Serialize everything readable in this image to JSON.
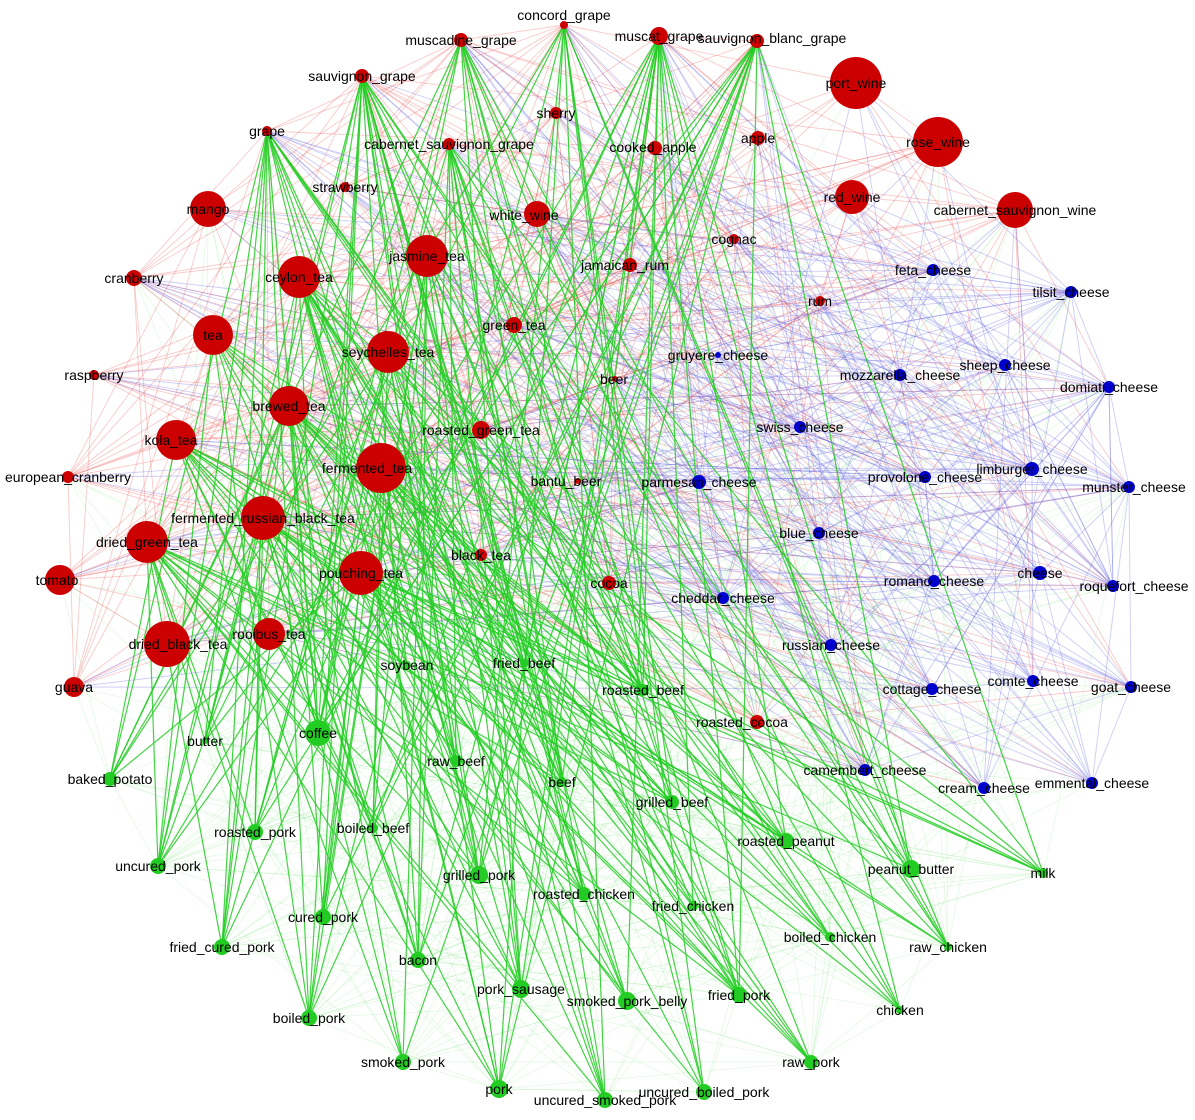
{
  "colors": {
    "red_group": "#cc0000",
    "blue_group": "#0000cc",
    "green_group": "#22cc22",
    "edge_red": "#e84040",
    "edge_blue": "#5a5ae0",
    "edge_green": "#22cc22"
  },
  "nodes": [
    {
      "label": "concord_grape",
      "group": "red"
    },
    {
      "label": "muscadine_grape",
      "group": "red"
    },
    {
      "label": "muscat_grape",
      "group": "red"
    },
    {
      "label": "sauvignon_blanc_grape",
      "group": "red"
    },
    {
      "label": "sauvignon_grape",
      "group": "red"
    },
    {
      "label": "port_wine",
      "group": "red"
    },
    {
      "label": "sherry",
      "group": "red"
    },
    {
      "label": "grape",
      "group": "red"
    },
    {
      "label": "cabernet_sauvignon_grape",
      "group": "red"
    },
    {
      "label": "cooked_apple",
      "group": "red"
    },
    {
      "label": "apple",
      "group": "red"
    },
    {
      "label": "rose_wine",
      "group": "red"
    },
    {
      "label": "strawberry",
      "group": "red"
    },
    {
      "label": "mango",
      "group": "red"
    },
    {
      "label": "white_wine",
      "group": "red"
    },
    {
      "label": "red_wine",
      "group": "red"
    },
    {
      "label": "cabernet_sauvignon_wine",
      "group": "red"
    },
    {
      "label": "cognac",
      "group": "red"
    },
    {
      "label": "jasmine_tea",
      "group": "red"
    },
    {
      "label": "cranberry",
      "group": "red"
    },
    {
      "label": "ceylon_tea",
      "group": "red"
    },
    {
      "label": "jamaican_rum",
      "group": "red"
    },
    {
      "label": "rum",
      "group": "red"
    },
    {
      "label": "tea",
      "group": "red"
    },
    {
      "label": "green_tea",
      "group": "red"
    },
    {
      "label": "seychelles_tea",
      "group": "red"
    },
    {
      "label": "raspberry",
      "group": "red"
    },
    {
      "label": "beer",
      "group": "red"
    },
    {
      "label": "brewed_tea",
      "group": "red"
    },
    {
      "label": "roasted_green_tea",
      "group": "red"
    },
    {
      "label": "kola_tea",
      "group": "red"
    },
    {
      "label": "fermented_tea",
      "group": "red"
    },
    {
      "label": "european_cranberry",
      "group": "red"
    },
    {
      "label": "bantu_beer",
      "group": "red"
    },
    {
      "label": "fermented_russian_black_tea",
      "group": "red"
    },
    {
      "label": "dried_green_tea",
      "group": "red"
    },
    {
      "label": "black_tea",
      "group": "red"
    },
    {
      "label": "tomato",
      "group": "red"
    },
    {
      "label": "pouching_tea",
      "group": "red"
    },
    {
      "label": "cocoa",
      "group": "red"
    },
    {
      "label": "rooibus_tea",
      "group": "red"
    },
    {
      "label": "dried_black_tea",
      "group": "red"
    },
    {
      "label": "guava",
      "group": "red"
    },
    {
      "label": "roasted_cocoa",
      "group": "red"
    },
    {
      "label": "feta_cheese",
      "group": "blue"
    },
    {
      "label": "tilsit_cheese",
      "group": "blue"
    },
    {
      "label": "gruyere_cheese",
      "group": "blue"
    },
    {
      "label": "sheep_cheese",
      "group": "blue"
    },
    {
      "label": "mozzarella_cheese",
      "group": "blue"
    },
    {
      "label": "domiati_cheese",
      "group": "blue"
    },
    {
      "label": "swiss_cheese",
      "group": "blue"
    },
    {
      "label": "limburger_cheese",
      "group": "blue"
    },
    {
      "label": "provolone_cheese",
      "group": "blue"
    },
    {
      "label": "parmesan_cheese",
      "group": "blue"
    },
    {
      "label": "munster_cheese",
      "group": "blue"
    },
    {
      "label": "blue_cheese",
      "group": "blue"
    },
    {
      "label": "romano_cheese",
      "group": "blue"
    },
    {
      "label": "cheese",
      "group": "blue"
    },
    {
      "label": "roquefort_cheese",
      "group": "blue"
    },
    {
      "label": "cheddar_cheese",
      "group": "blue"
    },
    {
      "label": "russian_cheese",
      "group": "blue"
    },
    {
      "label": "cottage_cheese",
      "group": "blue"
    },
    {
      "label": "comte_cheese",
      "group": "blue"
    },
    {
      "label": "goat_cheese",
      "group": "blue"
    },
    {
      "label": "camembert_cheese",
      "group": "blue"
    },
    {
      "label": "cream_cheese",
      "group": "blue"
    },
    {
      "label": "emmental_cheese",
      "group": "blue"
    },
    {
      "label": "soybean",
      "group": "green"
    },
    {
      "label": "fried_beef",
      "group": "green"
    },
    {
      "label": "roasted_beef",
      "group": "green"
    },
    {
      "label": "coffee",
      "group": "green"
    },
    {
      "label": "butter",
      "group": "green"
    },
    {
      "label": "raw_beef",
      "group": "green"
    },
    {
      "label": "baked_potato",
      "group": "green"
    },
    {
      "label": "beef",
      "group": "green"
    },
    {
      "label": "grilled_beef",
      "group": "green"
    },
    {
      "label": "roasted_pork",
      "group": "green"
    },
    {
      "label": "boiled_beef",
      "group": "green"
    },
    {
      "label": "roasted_peanut",
      "group": "green"
    },
    {
      "label": "uncured_pork",
      "group": "green"
    },
    {
      "label": "grilled_pork",
      "group": "green"
    },
    {
      "label": "peanut_butter",
      "group": "green"
    },
    {
      "label": "milk",
      "group": "green"
    },
    {
      "label": "roasted_chicken",
      "group": "green"
    },
    {
      "label": "cured_pork",
      "group": "green"
    },
    {
      "label": "fried_chicken",
      "group": "green"
    },
    {
      "label": "fried_cured_pork",
      "group": "green"
    },
    {
      "label": "boiled_chicken",
      "group": "green"
    },
    {
      "label": "raw_chicken",
      "group": "green"
    },
    {
      "label": "bacon",
      "group": "green"
    },
    {
      "label": "pork_sausage",
      "group": "green"
    },
    {
      "label": "smoked_pork_belly",
      "group": "green"
    },
    {
      "label": "fried_pork",
      "group": "green"
    },
    {
      "label": "boiled_pork",
      "group": "green"
    },
    {
      "label": "chicken",
      "group": "green"
    },
    {
      "label": "smoked_pork",
      "group": "green"
    },
    {
      "label": "raw_pork",
      "group": "green"
    },
    {
      "label": "pork",
      "group": "green"
    },
    {
      "label": "uncured_smoked_pork",
      "group": "green"
    },
    {
      "label": "uncured_boiled_pork",
      "group": "green"
    }
  ]
}
